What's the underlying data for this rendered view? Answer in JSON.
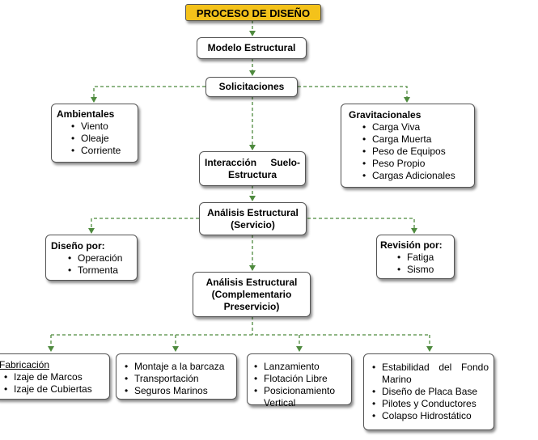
{
  "title": "PROCESO DE DISEÑO",
  "modelo": "Modelo Estructural",
  "solicitaciones": "Solicitaciones",
  "ambientales": {
    "heading": "Ambientales",
    "items": [
      "Viento",
      "Oleaje",
      "Corriente"
    ]
  },
  "gravitacionales": {
    "heading": "Gravitacionales",
    "items": [
      "Carga Viva",
      "Carga Muerta",
      "Peso de Equipos",
      "Peso Propio",
      "Cargas Adicionales"
    ]
  },
  "interaccion": {
    "line1": "Interacción Suelo-",
    "line2": "Estructura"
  },
  "analisis_servicio": {
    "line1": "Análisis Estructural",
    "line2": "(Servicio)"
  },
  "diseno_por": {
    "heading": "Diseño por:",
    "items": [
      "Operación",
      "Tormenta"
    ]
  },
  "revision_por": {
    "heading": "Revisión por:",
    "items": [
      "Fatiga",
      "Sismo"
    ]
  },
  "analisis_complementario": {
    "line1": "Análisis Estructural",
    "line2": "(Complementario",
    "line3": "Preservicio)"
  },
  "fabricacion": {
    "heading": "Fabricación",
    "items": [
      "Izaje de Marcos",
      "Izaje de Cubiertas"
    ]
  },
  "montaje": {
    "items": [
      "Montaje a la barcaza",
      "Transportación",
      "Seguros Marinos"
    ]
  },
  "lanzamiento": {
    "items": [
      "Lanzamiento",
      "Flotación Libre",
      "Posicionamiento Vertical"
    ]
  },
  "estabilidad": {
    "items": [
      "Estabilidad del Fondo Marino",
      "Diseño de Placa Base",
      "Pilotes y Conductores",
      "Colapso Hidrostático"
    ]
  },
  "colors": {
    "title_fill": "#f4c21a",
    "connector": "#4e8a3e",
    "border": "#555555"
  }
}
